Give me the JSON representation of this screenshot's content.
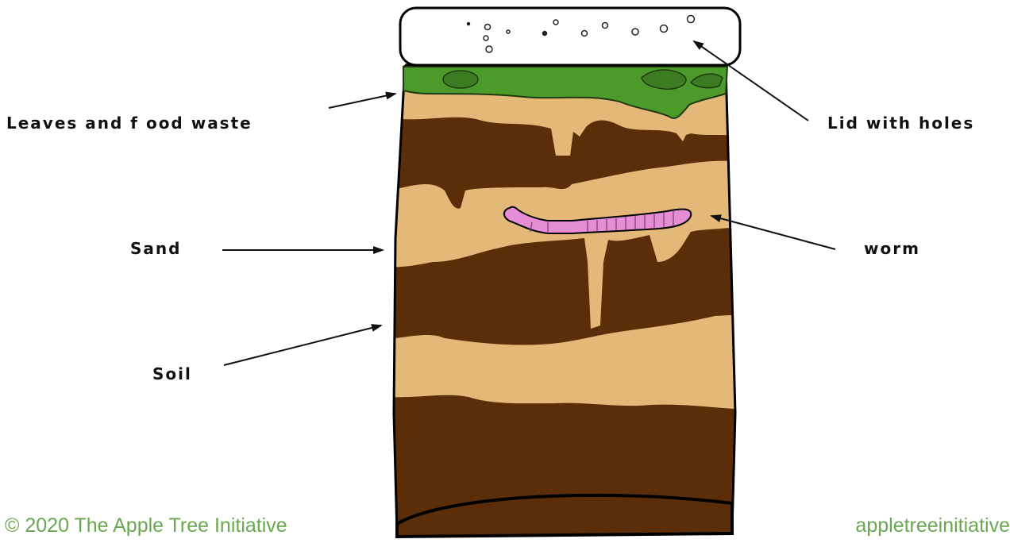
{
  "labels": {
    "leaves": "Leaves and f ood waste",
    "lid": "Lid with holes",
    "sand": "Sand",
    "worm": "worm",
    "soil": "Soil"
  },
  "footer": {
    "copyright": "© 2020 The Apple Tree Initiative",
    "site": "appletreeinitiative"
  },
  "colors": {
    "soil": "#5b2e09",
    "sand": "#e3b878",
    "leaves": "#4c9a2a",
    "lid": "#ffffff",
    "worm": "#e58ed6",
    "footer_text": "#6aa84f"
  }
}
